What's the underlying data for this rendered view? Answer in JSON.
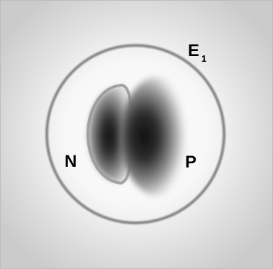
{
  "labels": {
    "outer_ring": "E",
    "outer_ring_subscript": "1",
    "left_lobe": "N",
    "right_lobe": "P"
  }
}
